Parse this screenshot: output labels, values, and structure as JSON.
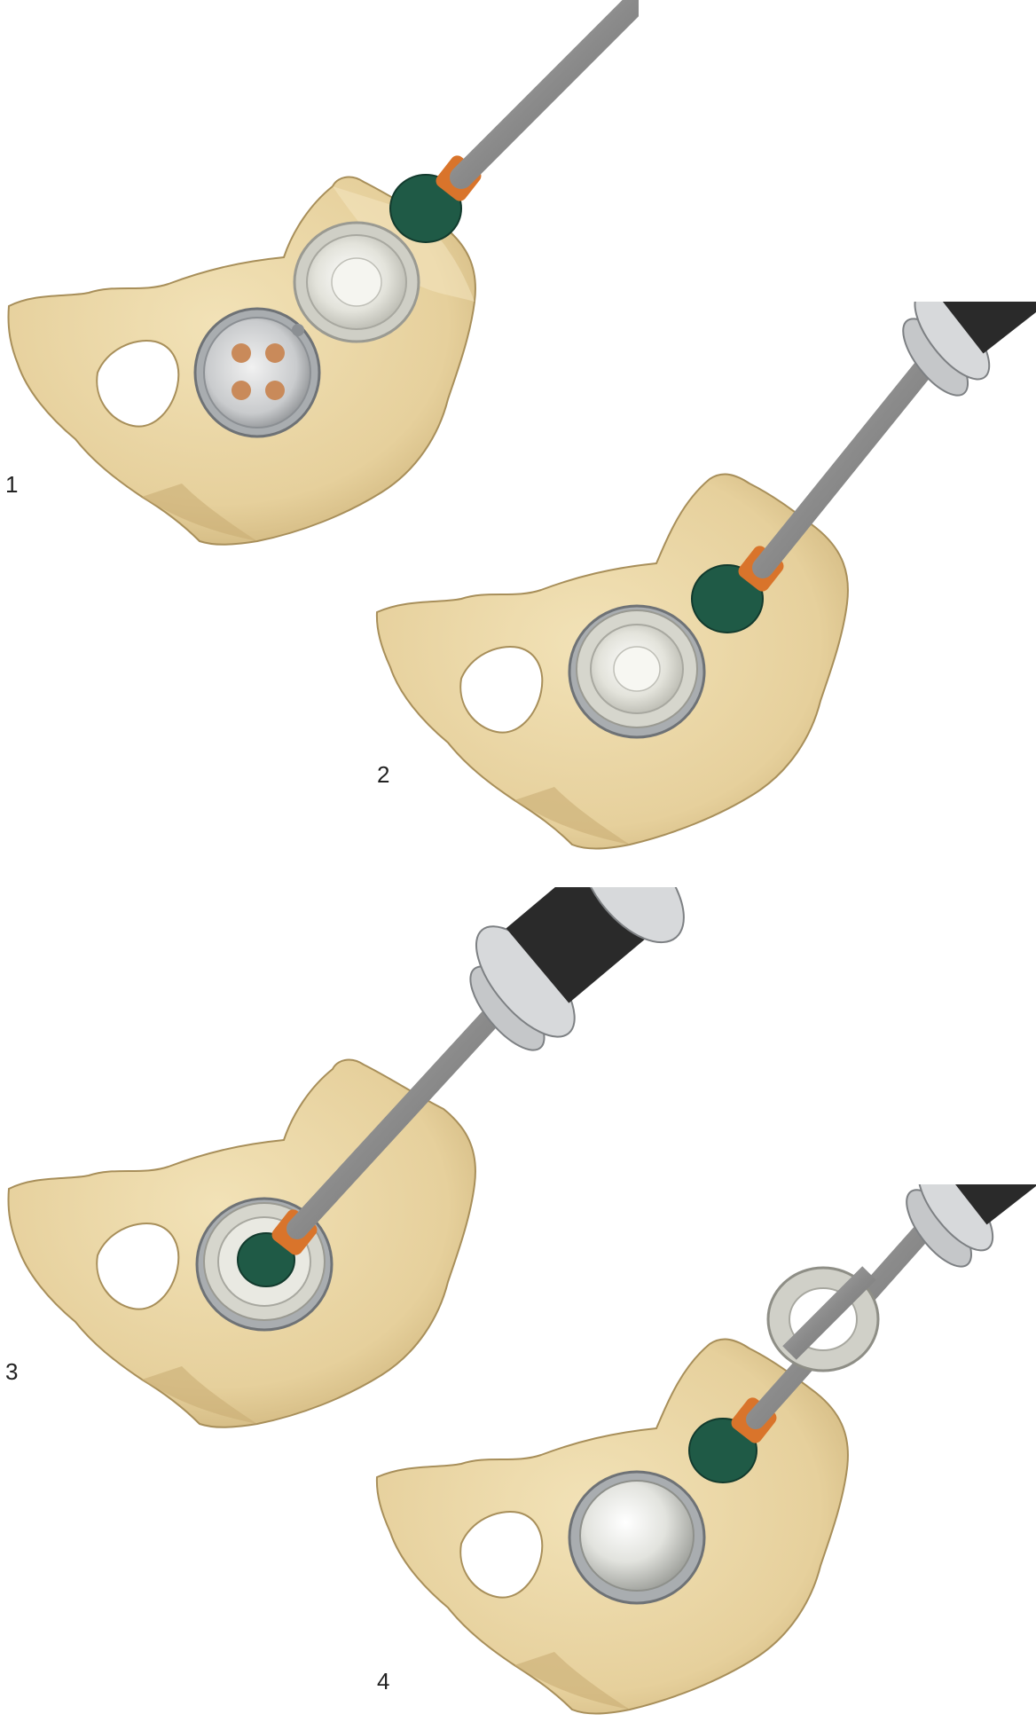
{
  "steps": [
    {
      "number": "1"
    },
    {
      "number": "2"
    },
    {
      "number": "3"
    },
    {
      "number": "4"
    }
  ],
  "colors": {
    "bone": "#E9D6A6",
    "bone_shadow": "#C8AF78",
    "bone_outline": "#A88F5A",
    "rod": "#8E8E8E",
    "rod_highlight": "#C4C4C4",
    "collar_orange": "#D9742B",
    "tip_green": "#1F5A46",
    "cup_metal": "#BFC3C5",
    "liner_white": "#E6E6DF",
    "handle_black": "#2A2A2A",
    "ring_silver": "#D7D9DB",
    "disc_copper": "#C98A5A"
  },
  "icons": [
    "hip-bone",
    "acetabular-cup",
    "liner",
    "impactor-rod",
    "impactor-handle"
  ]
}
